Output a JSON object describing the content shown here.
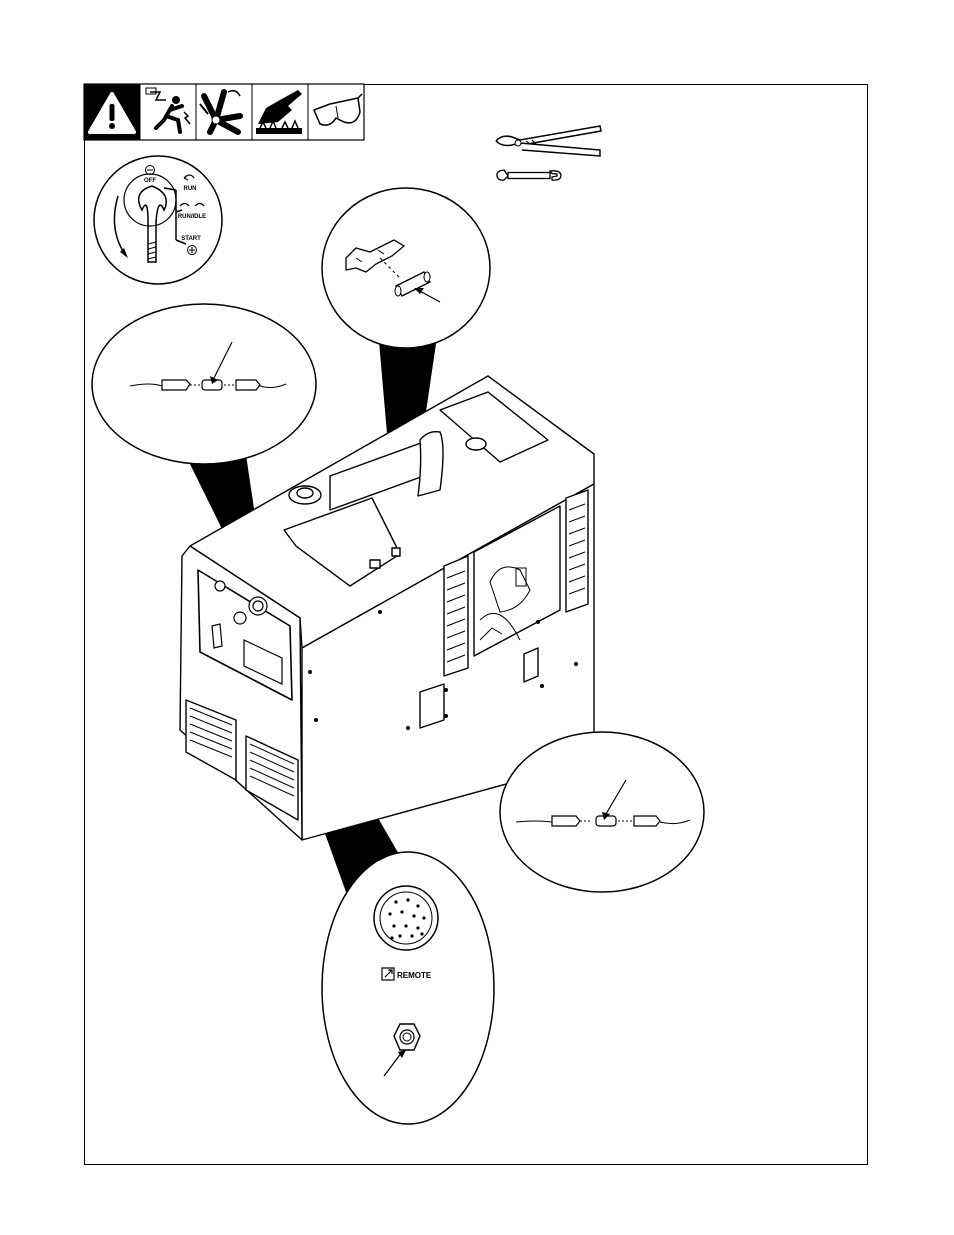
{
  "ignition_switch": {
    "off_label": "OFF",
    "run_label": "RUN",
    "run_idle_label": "RUN/IDLE",
    "start_label": "START"
  },
  "remote_receptacle": {
    "label": "REMOTE"
  },
  "safety_icons": [
    "warning-icon",
    "electric-shock-icon",
    "moving-parts-icon",
    "hot-parts-icon",
    "safety-glasses-icon"
  ],
  "tools": [
    "crimping-pliers-icon",
    "open-end-wrench-icon"
  ],
  "colors": {
    "line": "#000000",
    "background": "#ffffff"
  }
}
